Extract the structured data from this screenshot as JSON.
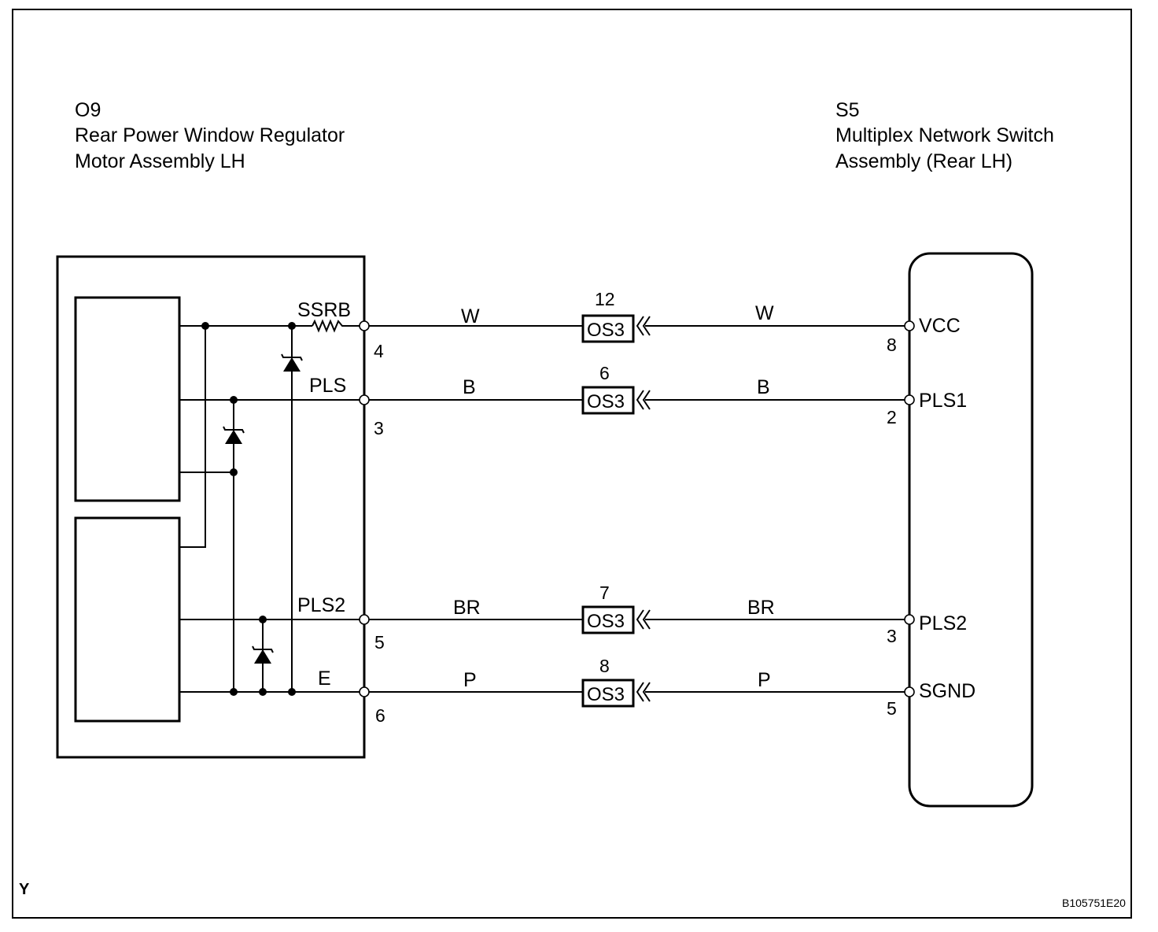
{
  "left_component": {
    "id": "O9",
    "name_line1": "Rear Power Window Regulator",
    "name_line2": "Motor Assembly LH",
    "terminals": [
      {
        "signal": "SSRB",
        "pin": "4"
      },
      {
        "signal": "PLS",
        "pin": "3"
      },
      {
        "signal": "PLS2",
        "pin": "5"
      },
      {
        "signal": "E",
        "pin": "6"
      }
    ]
  },
  "right_component": {
    "id": "S5",
    "name_line1": "Multiplex Network Switch",
    "name_line2": "Assembly (Rear LH)",
    "terminals": [
      {
        "signal": "VCC",
        "pin": "8"
      },
      {
        "signal": "PLS1",
        "pin": "2"
      },
      {
        "signal": "PLS2",
        "pin": "3"
      },
      {
        "signal": "SGND",
        "pin": "5"
      }
    ]
  },
  "wires": [
    {
      "color_left": "W",
      "color_right": "W",
      "connector": "OS3",
      "connector_pin": "12"
    },
    {
      "color_left": "B",
      "color_right": "B",
      "connector": "OS3",
      "connector_pin": "6"
    },
    {
      "color_left": "BR",
      "color_right": "BR",
      "connector": "OS3",
      "connector_pin": "7"
    },
    {
      "color_left": "P",
      "color_right": "P",
      "connector": "OS3",
      "connector_pin": "8"
    }
  ],
  "corner_letter": "Y",
  "figure_code": "B105751E20"
}
